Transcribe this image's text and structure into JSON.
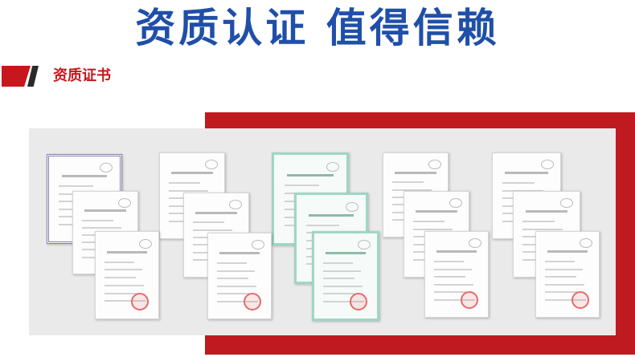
{
  "header": {
    "title": "资质认证 值得信赖"
  },
  "section": {
    "label": "资质证书"
  },
  "colors": {
    "brand_blue": "#1f4fa8",
    "accent_red": "#c8161d"
  },
  "certificate_groups": [
    {
      "name": "group-1",
      "count": 3
    },
    {
      "name": "group-2",
      "count": 3
    },
    {
      "name": "group-3",
      "count": 3
    },
    {
      "name": "group-4",
      "count": 3
    },
    {
      "name": "group-5",
      "count": 3
    }
  ]
}
